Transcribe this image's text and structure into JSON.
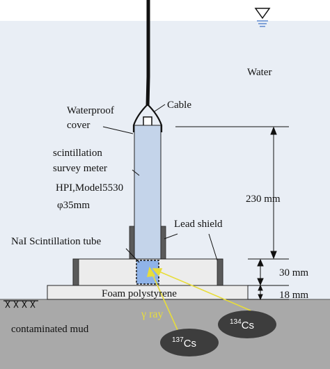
{
  "labels": {
    "water": "Water",
    "cable": "Cable",
    "cover_line1": "Waterproof",
    "cover_line2": "cover",
    "meter_line1": "scintillation",
    "meter_line2": "survey meter",
    "meter_line3": "HPI,Model5530",
    "meter_line4": "φ35mm",
    "lead_shield": "Lead shield",
    "nai_tube": "NaI Scintillation tube",
    "foam": "Foam polystyrene",
    "mud": "contaminated mud",
    "gamma_ray": "γ ray"
  },
  "dimensions": {
    "d230": "230 mm",
    "d30": "30 mm",
    "d18": "18 mm"
  },
  "sources": [
    {
      "mass": "134",
      "symbol": "Cs"
    },
    {
      "mass": "137",
      "symbol": "Cs"
    }
  ],
  "colors": {
    "water": "#e9eef5",
    "mud": "#a9a9a9",
    "meter": "#c4d4ea",
    "tube": "#8fb3e8",
    "lead": "#5a5a5a",
    "foam": "#ececec",
    "ray": "#e8dd3a",
    "source": "#3d3d3d"
  }
}
